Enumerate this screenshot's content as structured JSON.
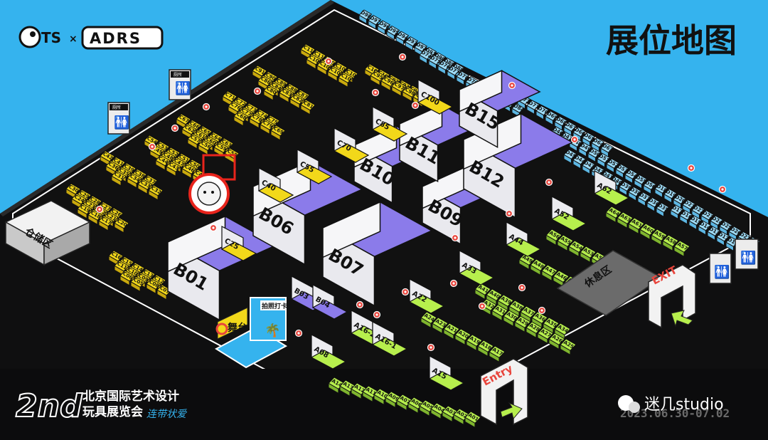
{
  "header": {
    "logo_left": "TS",
    "logo_cross": "×",
    "logo_right": "ADRS",
    "title": "展位地图"
  },
  "footer": {
    "edition": "2nd",
    "fair_line1": "北京国际艺术设计",
    "fair_line2": "玩具展览会",
    "slogan": "连带状爱",
    "date": "2023.06.30-07.02",
    "watermark": "迷几studio"
  },
  "map": {
    "storage_label": "仓储区",
    "stage_label": "舞台",
    "stage_sign": "拍照打卡",
    "rest_label": "休息区",
    "entry_label": "Entry",
    "exit_label": "EXIT",
    "restroom_label": "厕所",
    "large_booths": [
      "B01",
      "B06",
      "B07",
      "B09",
      "B10",
      "B11",
      "B12",
      "B15"
    ],
    "mid_booths": [
      "C85",
      "C100",
      "C70",
      "C55",
      "C40",
      "C25",
      "A62",
      "A52",
      "A44",
      "A33",
      "A22",
      "A15",
      "A08",
      "B03",
      "B04",
      "A16-2",
      "A16-1"
    ],
    "d_rows": [
      [
        "D98",
        "D97",
        "D96",
        "D95",
        "D94",
        "D93",
        "D92",
        "D91",
        "D90",
        "D89",
        "D88"
      ],
      [
        "D74",
        "D75",
        "D76",
        "D77",
        "D78",
        "D79",
        "D80",
        "D81",
        "D82",
        "D83",
        "D84"
      ],
      [
        "D73",
        "D72",
        "D71",
        "D70",
        "D69",
        "D68",
        "D67",
        "D66",
        "D65",
        "D64",
        "D63"
      ],
      [
        "D46",
        "D47",
        "D48",
        "D49",
        "D50",
        "D51",
        "D52",
        "D53",
        "D54",
        "D55",
        "D56"
      ],
      [
        "D45",
        "D44",
        "D43",
        "D42",
        "D41",
        "D40",
        "D39",
        "D38",
        "D37",
        "D36",
        "D35"
      ],
      [
        "D18",
        "D19",
        "D20",
        "D21",
        "D22",
        "D23",
        "D24",
        "D25",
        "D26",
        "D27",
        "D28"
      ],
      [
        "D17",
        "D16",
        "D15",
        "D14",
        "D13",
        "D12",
        "D11",
        "D10",
        "D09",
        "D08",
        "D07"
      ]
    ],
    "c_yellow_groups": [
      [
        "C111",
        "C110",
        "C109",
        "C108",
        "C107",
        "C106",
        "C105",
        "C104",
        "C103"
      ],
      [
        "C102",
        "C101",
        "C92",
        "C93",
        "C94",
        "C95",
        "C96",
        "C97",
        "C98",
        "C99"
      ],
      [
        "C91",
        "C90",
        "C89",
        "C88",
        "C87",
        "C86",
        "C84",
        "C83",
        "C82",
        "C81",
        "C80"
      ],
      [
        "C71",
        "C72",
        "C73",
        "C74",
        "C75",
        "C76",
        "C77",
        "C78",
        "C79",
        "C69",
        "C68"
      ],
      [
        "C67",
        "C66",
        "C65",
        "C64",
        "C63",
        "C62",
        "C61",
        "C60",
        "C59",
        "C58",
        "C57",
        "C56"
      ],
      [
        "C54",
        "C53",
        "C52",
        "C51",
        "C50",
        "C49",
        "C48",
        "C47",
        "C46",
        "C45",
        "C44",
        "C43"
      ],
      [
        "C42",
        "C41",
        "C39",
        "C38",
        "C37",
        "C36",
        "C35",
        "C34",
        "C33",
        "C32",
        "C31"
      ],
      [
        "C30",
        "C29",
        "C28",
        "C27",
        "C26",
        "C24",
        "C23",
        "C22",
        "C21",
        "C20",
        "C19",
        "C18",
        "C17"
      ],
      [
        "C16",
        "C15",
        "C14",
        "C13",
        "C12",
        "C11",
        "C10",
        "C09",
        "C08",
        "C07",
        "C06",
        "C05"
      ]
    ],
    "a_green_groups": [
      [
        "A64",
        "A63",
        "A61",
        "A60",
        "A59",
        "A58",
        "A57"
      ],
      [
        "A56",
        "A55",
        "A54",
        "A53",
        "A51",
        "A50"
      ],
      [
        "A49",
        "A48",
        "A47",
        "A46",
        "A45",
        "A43",
        "A42"
      ],
      [
        "A41",
        "A40",
        "A39",
        "A38",
        "A37",
        "A36",
        "A35",
        "A34"
      ],
      [
        "A32",
        "A31",
        "A30",
        "A29",
        "A28",
        "A27",
        "A26",
        "A25"
      ],
      [
        "A24",
        "A23",
        "A21",
        "A20",
        "A19",
        "A18",
        "A17"
      ],
      [
        "A14",
        "A13",
        "A12",
        "A11",
        "A10",
        "A09",
        "A07",
        "A06",
        "A05",
        "A04",
        "A03",
        "A02",
        "A01"
      ]
    ]
  },
  "colors": {
    "background": "#35b3ee",
    "floor": "#111111",
    "yellow_booth": "#f2d81a",
    "green_booth": "#b7ef4d",
    "d_booth": "#9fdcf7",
    "big_booth_wall": "#e9e9ee",
    "big_booth_floor": "#8b7bea",
    "marker": "#e8453c",
    "highlight_ring": "#e8241c"
  }
}
